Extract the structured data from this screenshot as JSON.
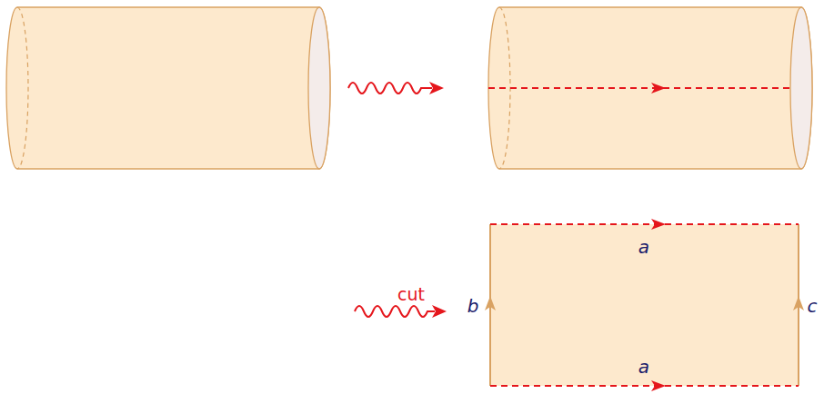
{
  "diagram": {
    "labels": [
      "a",
      "cut",
      "b",
      "c",
      "a"
    ]
  }
}
